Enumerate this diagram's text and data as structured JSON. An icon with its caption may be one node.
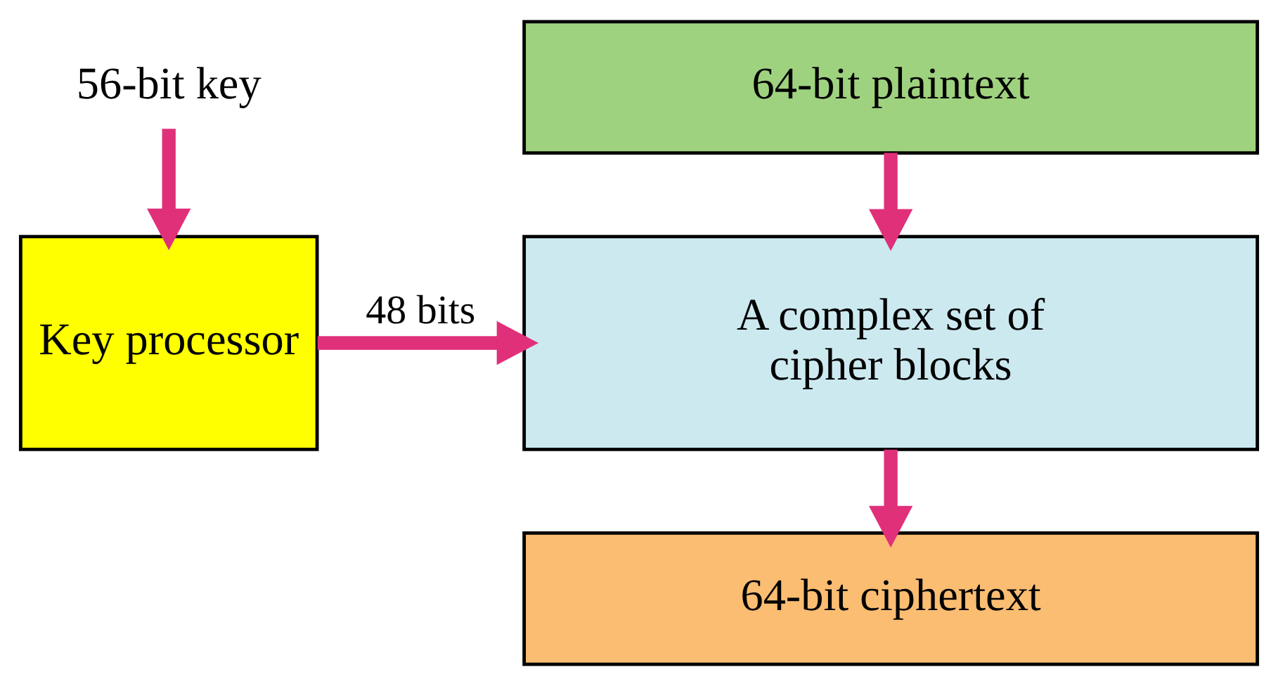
{
  "diagram": {
    "nodes": [
      {
        "text": [
          "64-bit plaintext"
        ]
      },
      {
        "text": [
          "A complex set of cipher blocks"
        ]
      },
      {
        "text": [
          "Key processor"
        ]
      },
      {
        "text": [
          "64-bit ciphertext"
        ]
      },
      {
        "text": [
          "56-bit key"
        ]
      }
    ],
    "edges": [
      {
        "from": 0,
        "to": 1,
        "arrow": "to"
      },
      {
        "from": 4,
        "to": 2,
        "arrow": "to"
      },
      {
        "from": 2,
        "to": 1,
        "arrow": "to",
        "label": "48 bits"
      },
      {
        "from": 1,
        "to": 3,
        "arrow": "to"
      }
    ]
  }
}
